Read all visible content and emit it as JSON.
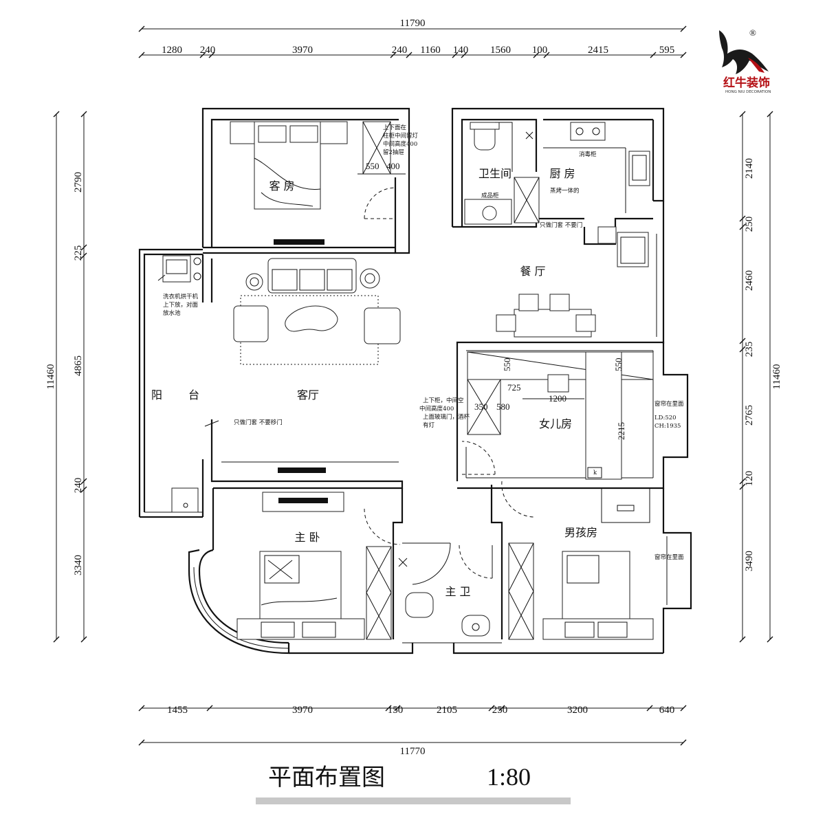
{
  "logo": {
    "text": "红牛装饰",
    "sub": "HONG NIU DECORATION",
    "reg": "®"
  },
  "title": {
    "name": "平面布置图",
    "scale": "1:80"
  },
  "dims": {
    "top_total": "11790",
    "top": [
      "1280",
      "240",
      "3970",
      "240",
      "1160",
      "140",
      "1560",
      "100",
      "2415",
      "595"
    ],
    "bottom_total": "11770",
    "bottom": [
      "1455",
      "3970",
      "150",
      "2105",
      "250",
      "3200",
      "640"
    ],
    "left_total": "11460",
    "left": [
      "2790",
      "225",
      "4865",
      "240",
      "3340"
    ],
    "right_total": "11460",
    "right": [
      "2140",
      "250",
      "2460",
      "235",
      "2765",
      "120",
      "3490"
    ]
  },
  "rooms": {
    "guest": "客 房",
    "bath_small": "卫生间",
    "kitchen": "厨 房",
    "dining": "餐 厅",
    "balcony_a": "阳",
    "balcony_b": "台",
    "living": "客厅",
    "daughter": "女儿房",
    "master": "主 卧",
    "boy": "男孩房",
    "master_bath": "主 卫"
  },
  "notes": {
    "guest_cab1": "上下面在",
    "guest_cab2": "柱柜中间留灯",
    "guest_cab3": "中间高度400",
    "guest_cab4": "留2抽屉",
    "guest_d1": "550",
    "guest_d2": "400",
    "sterilizer": "消毒柜",
    "oven": "蒸烤一体的",
    "finished_cab": "成品柜",
    "kitchen_door": "只做门套  不要门",
    "washer1": "洗衣机烘干机",
    "washer2": "上下放，对面",
    "washer3": "放水池",
    "living_door": "只做门套  不要移门",
    "dcab1": "上下柜，中间空",
    "dcab2": "中间高度400",
    "dcab3": "上面玻璃门，酒杯",
    "dcab4": "有灯",
    "d_350": "350",
    "d_580": "580",
    "d_550a": "550",
    "d_550b": "550",
    "d_725": "725",
    "d_1200": "1200",
    "d_2215": "2215",
    "curtain1": "窗帘在里面",
    "ld": "LD:520",
    "ch": "CH:1935",
    "curtain2": "窗帘在里面",
    "k": "k"
  }
}
